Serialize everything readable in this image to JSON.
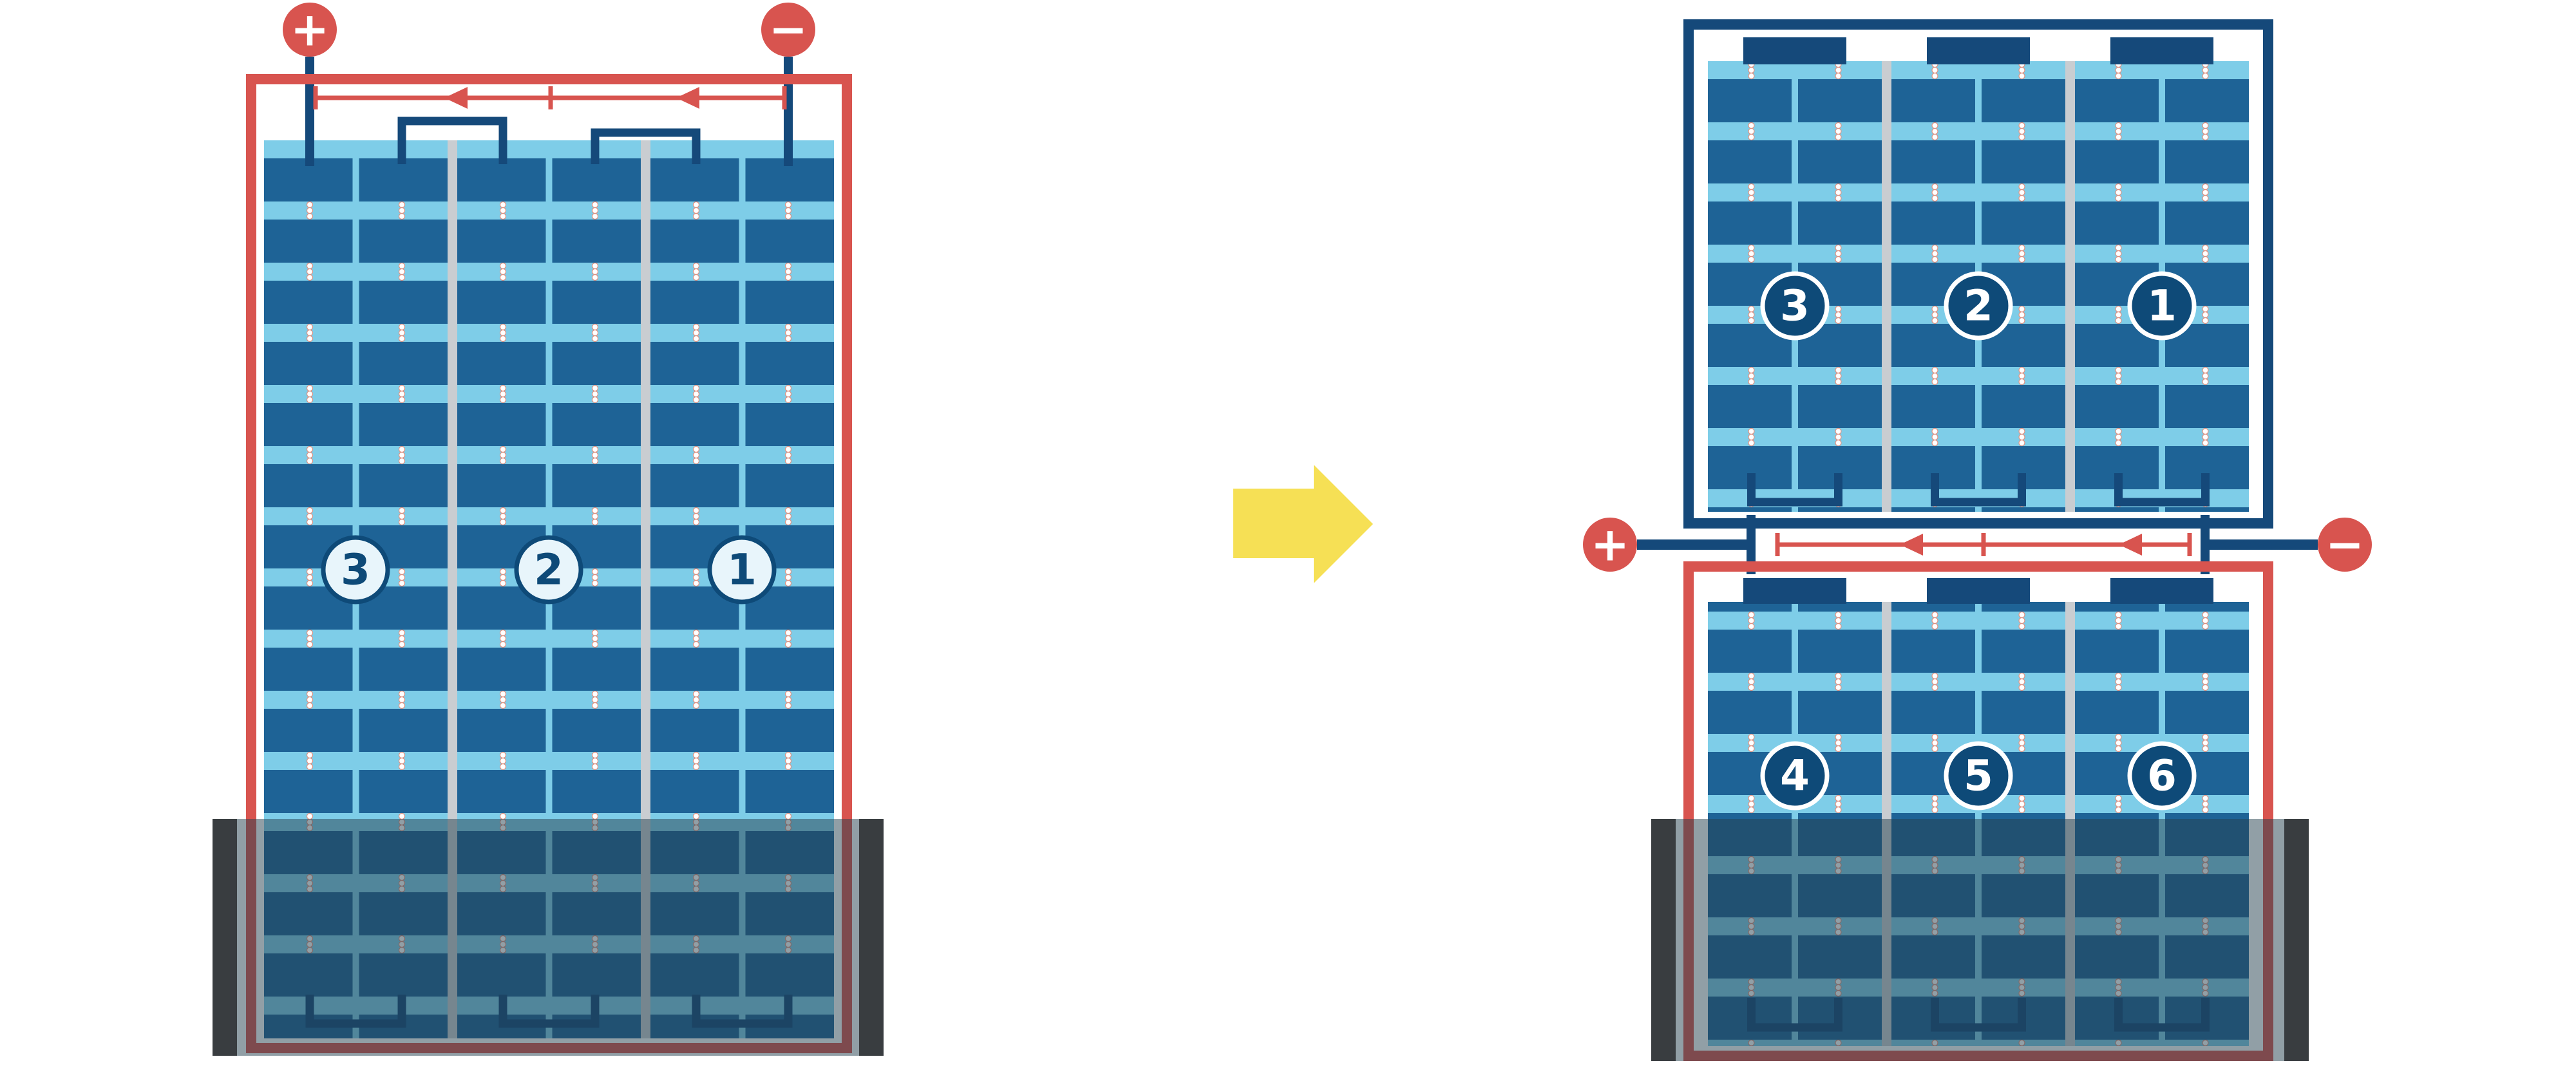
{
  "figure": {
    "left_figure": {
      "plus": "+",
      "minus": "−",
      "labels": [
        "3",
        "2",
        "1"
      ]
    },
    "right_figure": {
      "plus": "+",
      "minus": "−",
      "top_labels": [
        "3",
        "2",
        "1"
      ],
      "bottom_labels": [
        "4",
        "5",
        "6"
      ]
    }
  },
  "colors": {
    "red_accent": "#d8544f",
    "navy_structure": "#15497a",
    "cell_blue": "#1e6396",
    "light_blue": "#7ecde8",
    "gap_gray": "#c9cdd1",
    "shade_bar": "#393d40",
    "shade_overlay": "#24404e",
    "arrow_yellow": "#f6e055",
    "circle_fill_dark": "#0e4a78",
    "circle_fill_light": "#e8f5fb"
  }
}
